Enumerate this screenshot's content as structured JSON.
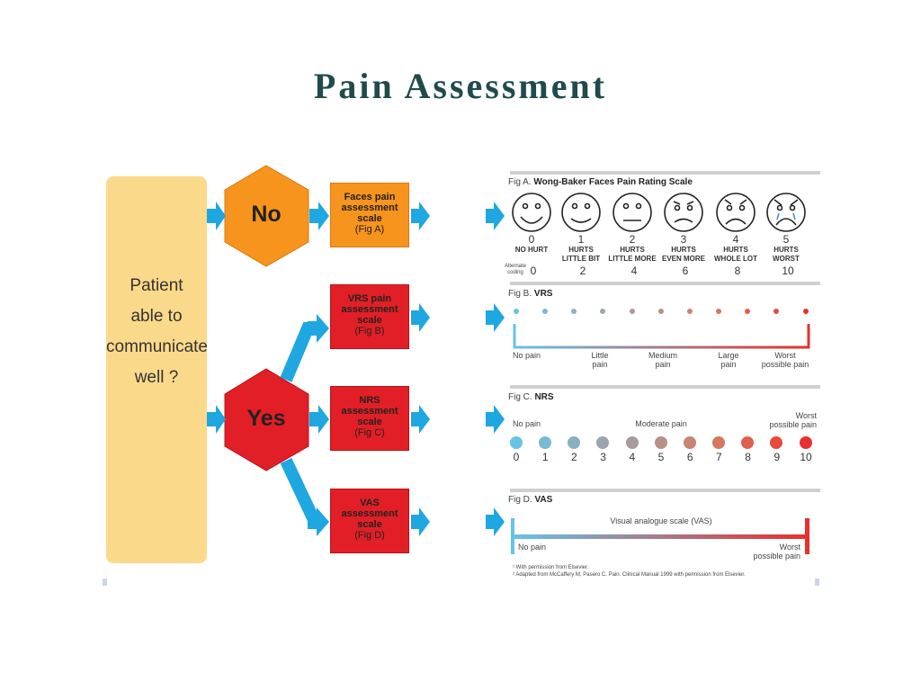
{
  "title": "Pain Assessment",
  "patient_text": [
    "Patient",
    "able to",
    "communicate",
    "well ?"
  ],
  "decisions": {
    "no": "No",
    "yes": "Yes"
  },
  "scales": [
    {
      "name": "Faces pain",
      "line2": "assessment",
      "line3": "scale",
      "fig": "(Fig A)"
    },
    {
      "name": "VRS pain",
      "line2": "assessment",
      "line3": "scale",
      "fig": "(Fig B)"
    },
    {
      "name": "NRS",
      "line2": "assessment",
      "line3": "scale",
      "fig": "(Fig C)"
    },
    {
      "name": "VAS",
      "line2": "assessment",
      "line3": "scale",
      "fig": "(Fig D)"
    }
  ],
  "fig_a": {
    "prefix": "Fig A.",
    "title": "Wong-Baker Faces Pain Rating Scale",
    "faces": [
      {
        "num": "0",
        "label1": "NO HURT",
        "label2": "",
        "alt": "0"
      },
      {
        "num": "1",
        "label1": "HURTS",
        "label2": "LITTLE BIT",
        "alt": "2"
      },
      {
        "num": "2",
        "label1": "HURTS",
        "label2": "LITTLE MORE",
        "alt": "4"
      },
      {
        "num": "3",
        "label1": "HURTS",
        "label2": "EVEN MORE",
        "alt": "6"
      },
      {
        "num": "4",
        "label1": "HURTS",
        "label2": "WHOLE LOT",
        "alt": "8"
      },
      {
        "num": "5",
        "label1": "HURTS",
        "label2": "WORST",
        "alt": "10"
      }
    ],
    "alt_label1": "Alternate",
    "alt_label2": "coding"
  },
  "fig_b": {
    "prefix": "Fig B.",
    "title": "VRS",
    "labels": [
      {
        "l1": "No pain",
        "l2": ""
      },
      {
        "l1": "Little",
        "l2": "pain"
      },
      {
        "l1": "Medium",
        "l2": "pain"
      },
      {
        "l1": "Large",
        "l2": "pain"
      },
      {
        "l1": "Worst",
        "l2": "possible pain"
      }
    ]
  },
  "fig_c": {
    "prefix": "Fig C.",
    "title": "NRS",
    "left": "No pain",
    "mid": "Moderate pain",
    "right1": "Worst",
    "right2": "possible pain",
    "numbers": [
      "0",
      "1",
      "2",
      "3",
      "4",
      "5",
      "6",
      "7",
      "8",
      "9",
      "10"
    ]
  },
  "fig_d": {
    "prefix": "Fig D.",
    "title": "VAS",
    "caption": "Visual analogue scale (VAS)",
    "left": "No pain",
    "right1": "Worst",
    "right2": "possible pain"
  },
  "footnotes": [
    "¹ With permission from Elsevier.",
    "² Adapted from McCaffery M, Pasero C. Pain: Clinical Manual 1999 with permission from Elsevier."
  ],
  "colors": {
    "orange": "#f7941d",
    "red": "#e21f26",
    "blue": "#1ea7e1",
    "patient": "#fbd98a"
  }
}
